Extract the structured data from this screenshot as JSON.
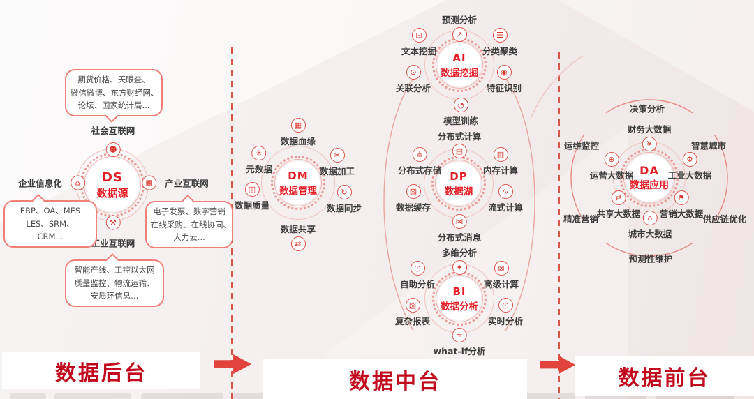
{
  "colors": {
    "accent_red": "#e41e26",
    "section_title_red": "#c20a1e",
    "arrow_red": "#e2433c",
    "bubble_border_red": "#ee8078",
    "label_gray": "#3e3e3e"
  },
  "sections": {
    "backend": {
      "title": "数据后台"
    },
    "middle": {
      "title": "数据中台"
    },
    "frontend": {
      "title": "数据前台"
    }
  },
  "bubbles": {
    "social": {
      "lines": [
        "期货价格、天眼查、",
        "微信微博、东方财经网、",
        "论坛、国家统计局..."
      ]
    },
    "enterprise": {
      "lines": [
        "ERP、OA、MES",
        "LES、SRM、",
        "CRM..."
      ]
    },
    "industry": {
      "lines": [
        "电子发票、数字营销",
        "在线采购、在线协同、",
        "人力云..."
      ]
    },
    "industrial": {
      "lines": [
        "智能产线、工控以太网",
        "质量监控、物流运输、",
        "安质环信息..."
      ]
    }
  },
  "hubs": {
    "ds": {
      "code": "DS",
      "name": "数据源",
      "satellites": {
        "top": {
          "label": "社会互联网",
          "icon": "users-icon",
          "glyph": "☻"
        },
        "left": {
          "label": "企业信息化",
          "icon": "building-icon",
          "glyph": "⌂"
        },
        "right": {
          "label": "产业互联网",
          "icon": "industry-icon",
          "glyph": "▦"
        },
        "bottom": {
          "label": "工业互联网",
          "icon": "factory-icon",
          "glyph": "⚒"
        }
      }
    },
    "dm": {
      "code": "DM",
      "name": "数据管理",
      "satellites": {
        "top": {
          "label": "数据血缘",
          "icon": "lineage-icon",
          "glyph": "▦"
        },
        "tl": {
          "label": "元数据",
          "icon": "metadata-icon",
          "glyph": "✳"
        },
        "tr": {
          "label": "数据加工",
          "icon": "processing-icon",
          "glyph": "✂"
        },
        "bl": {
          "label": "数据质量",
          "icon": "quality-icon",
          "glyph": "◫"
        },
        "br": {
          "label": "数据同步",
          "icon": "sync-icon",
          "glyph": "↻"
        },
        "bottom": {
          "label": "数据共享",
          "icon": "share-icon",
          "glyph": "⇄"
        }
      }
    },
    "ai": {
      "code": "AI",
      "name": "数据挖掘",
      "satellites": {
        "top": {
          "label": "预测分析",
          "icon": "predict-chart-icon",
          "glyph": "↗"
        },
        "tl": {
          "label": "文本挖掘",
          "icon": "text-mining-icon",
          "glyph": "⊡"
        },
        "tr": {
          "label": "分类聚类",
          "icon": "classify-icon",
          "glyph": "☰"
        },
        "bl": {
          "label": "关联分析",
          "icon": "association-icon",
          "glyph": "⊙"
        },
        "br": {
          "label": "特征识别",
          "icon": "feature-icon",
          "glyph": "◉"
        },
        "bottom": {
          "label": "模型训练",
          "icon": "model-training-icon",
          "glyph": "◔"
        }
      }
    },
    "dp": {
      "code": "DP",
      "name": "数据湖",
      "satellites": {
        "top": {
          "label": "分布式计算",
          "icon": "distributed-compute-icon",
          "glyph": "▤"
        },
        "tl": {
          "label": "分布式存储",
          "icon": "distributed-storage-icon",
          "glyph": "⋔"
        },
        "tr": {
          "label": "内存计算",
          "icon": "memory-compute-icon",
          "glyph": "▥"
        },
        "bl": {
          "label": "数据缓存",
          "icon": "cache-icon",
          "glyph": "▧"
        },
        "br": {
          "label": "流式计算",
          "icon": "stream-icon",
          "glyph": "∿"
        },
        "bottom": {
          "label": "分布式消息",
          "icon": "message-icon",
          "glyph": "⋈"
        }
      }
    },
    "bi": {
      "code": "BI",
      "name": "数据分析",
      "satellites": {
        "top": {
          "label": "多维分析",
          "icon": "multidim-icon",
          "glyph": "✦"
        },
        "tl": {
          "label": "自助分析",
          "icon": "selfservice-icon",
          "glyph": "◷"
        },
        "tr": {
          "label": "高级计算",
          "icon": "advanced-compute-icon",
          "glyph": "⊠"
        },
        "bl": {
          "label": "复杂报表",
          "icon": "report-icon",
          "glyph": "▨"
        },
        "br": {
          "label": "实时分析",
          "icon": "realtime-icon",
          "glyph": "◴"
        },
        "bottom": {
          "label": "what-if分析",
          "icon": "whatif-icon",
          "glyph": "≈"
        }
      }
    },
    "da": {
      "code": "DA",
      "name": "数据应用",
      "satellites": {
        "top": {
          "label": "财务大数据",
          "icon": "finance-icon",
          "glyph": "¥"
        },
        "tl": {
          "label": "运营大数据",
          "icon": "operations-icon",
          "glyph": "⊕"
        },
        "tr": {
          "label": "工业大数据",
          "icon": "industrial-icon",
          "glyph": "⚙"
        },
        "bl": {
          "label": "共享大数据",
          "icon": "sharing-icon",
          "glyph": "⇄"
        },
        "br": {
          "label": "营销大数据",
          "icon": "marketing-icon",
          "glyph": "⚑"
        },
        "bottom": {
          "label": "城市大数据",
          "icon": "city-icon",
          "glyph": "⌂"
        }
      },
      "outer": {
        "top": "决策分析",
        "tl": "运维监控",
        "tr": "智慧城市",
        "bl": "精准营销",
        "br": "供应链优化",
        "bottom": "预测性维护"
      }
    }
  }
}
